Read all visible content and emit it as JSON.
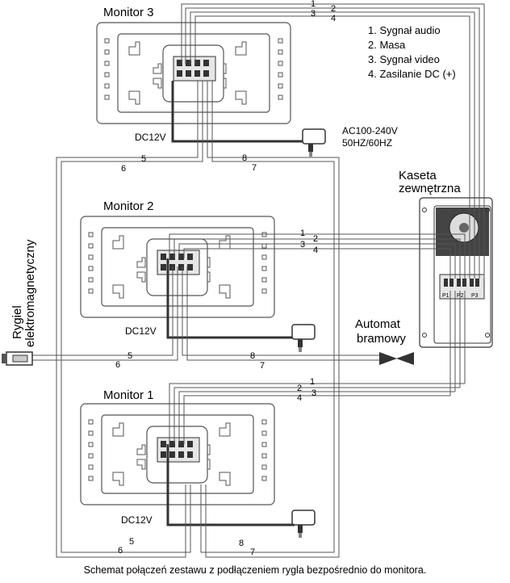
{
  "legend": {
    "items": [
      "1. Sygnał audio",
      "2. Masa",
      "3. Sygnał video",
      "4. Zasilanie DC (+)"
    ]
  },
  "monitors": [
    {
      "title": "Monitor 3",
      "power": "DC12V"
    },
    {
      "title": "Monitor 2",
      "power": "DC12V"
    },
    {
      "title": "Monitor 1",
      "power": "DC12V"
    }
  ],
  "power_adapter": {
    "line1": "AC100-240V",
    "line2": "50HZ/60HZ"
  },
  "outdoor_station": {
    "line1": "Kaseta",
    "line2": "zewnętrzna",
    "port1": "P1",
    "port2": "P2",
    "port3": "P3"
  },
  "gate": {
    "line1": "Automat",
    "line2": "bramowy"
  },
  "lock": {
    "line1": "Rygiel",
    "line2": "elektromagnetyczny"
  },
  "wires": {
    "w1": "1",
    "w2": "2",
    "w3": "3",
    "w4": "4",
    "w5": "5",
    "w6": "6",
    "w7": "7",
    "w8": "8"
  },
  "caption": "Schemat połączeń zestawu z podłączeniem rygla bezpośrednio do monitora."
}
